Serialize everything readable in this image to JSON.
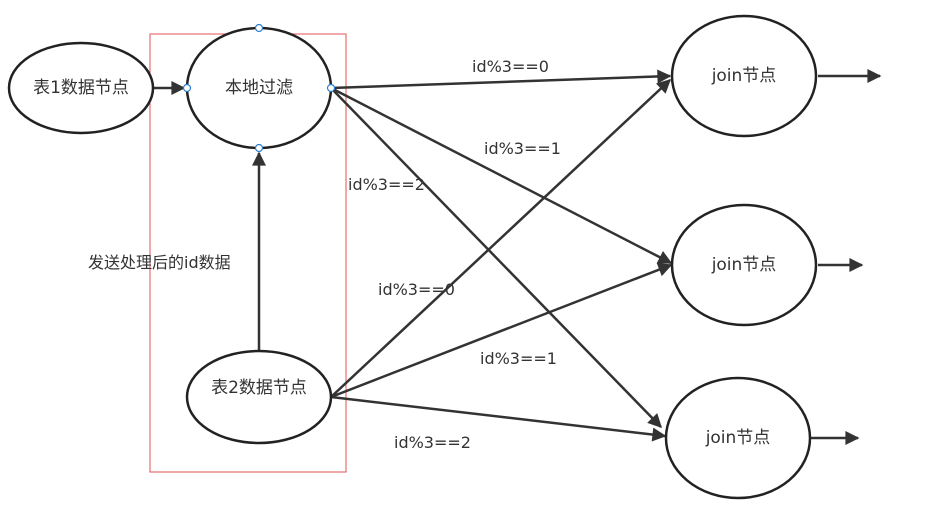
{
  "nodes": {
    "table1": "表1数据节点",
    "filter": "本地过滤",
    "table2": "表2数据节点",
    "join_top": "join节点",
    "join_mid": "join节点",
    "join_bot": "join节点"
  },
  "edge_labels": {
    "filter_to_top": "id%3==0",
    "filter_to_mid": "id%3==1",
    "filter_to_bot": "id%3==2",
    "table2_to_top": "id%3==0",
    "table2_to_mid": "id%3==1",
    "table2_to_bot": "id%3==2",
    "table2_to_filter": "发送处理后的id数据"
  },
  "colors": {
    "frame": "#e05050",
    "handle": "#2a7fd1",
    "stroke": "#222222"
  }
}
